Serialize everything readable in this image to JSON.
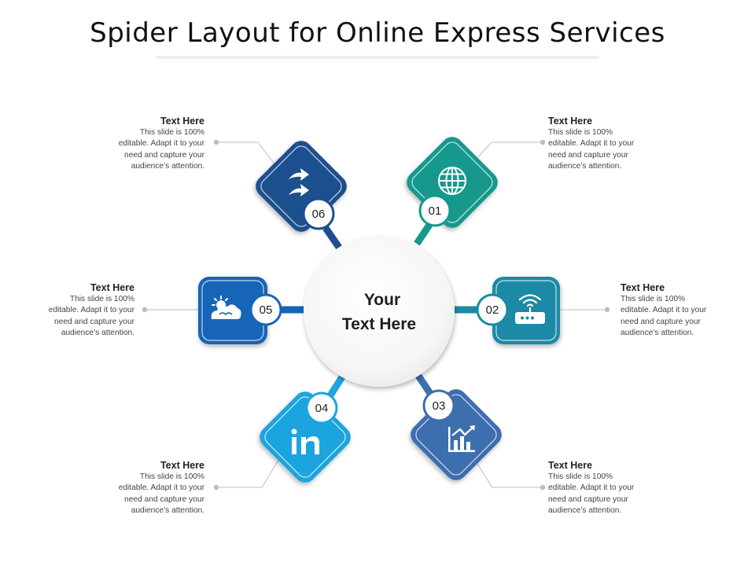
{
  "title": "Spider Layout for Online Express Services",
  "center": {
    "line1": "Your",
    "line2": "Text Here"
  },
  "items": [
    {
      "number": "01",
      "icon": "globe-icon",
      "color": "#14998c",
      "heading": "Text Here",
      "desc": [
        "This slide is 100%",
        "editable. Adapt it to your",
        "need and capture your",
        "audience’s attention."
      ]
    },
    {
      "number": "02",
      "icon": "wifi-router-icon",
      "color": "#1b8aa6",
      "heading": "Text Here",
      "desc": [
        "This slide is 100%",
        "editable. Adapt it to your",
        "need and capture your",
        "audience’s attention."
      ]
    },
    {
      "number": "03",
      "icon": "growth-chart-icon",
      "color": "#3d6eae",
      "heading": "Text Here",
      "desc": [
        "This slide is 100%",
        "editable. Adapt it to your",
        "need and capture your",
        "audience’s attention."
      ]
    },
    {
      "number": "04",
      "icon": "linkedin-icon",
      "color": "#1fa4de",
      "heading": "Text Here",
      "desc": [
        "This slide is 100%",
        "editable. Adapt it to your",
        "need and capture your",
        "audience’s attention."
      ]
    },
    {
      "number": "05",
      "icon": "weather-icon",
      "color": "#1565b8",
      "heading": "Text Here",
      "desc": [
        "This slide is 100%",
        "editable. Adapt it to your",
        "need and capture your",
        "audience’s attention."
      ]
    },
    {
      "number": "06",
      "icon": "share-arrows-icon",
      "color": "#1c4f8e",
      "heading": "Text Here",
      "desc": [
        "This slide is 100%",
        "editable. Adapt it to your",
        "need and capture your",
        "audience’s attention."
      ]
    }
  ]
}
